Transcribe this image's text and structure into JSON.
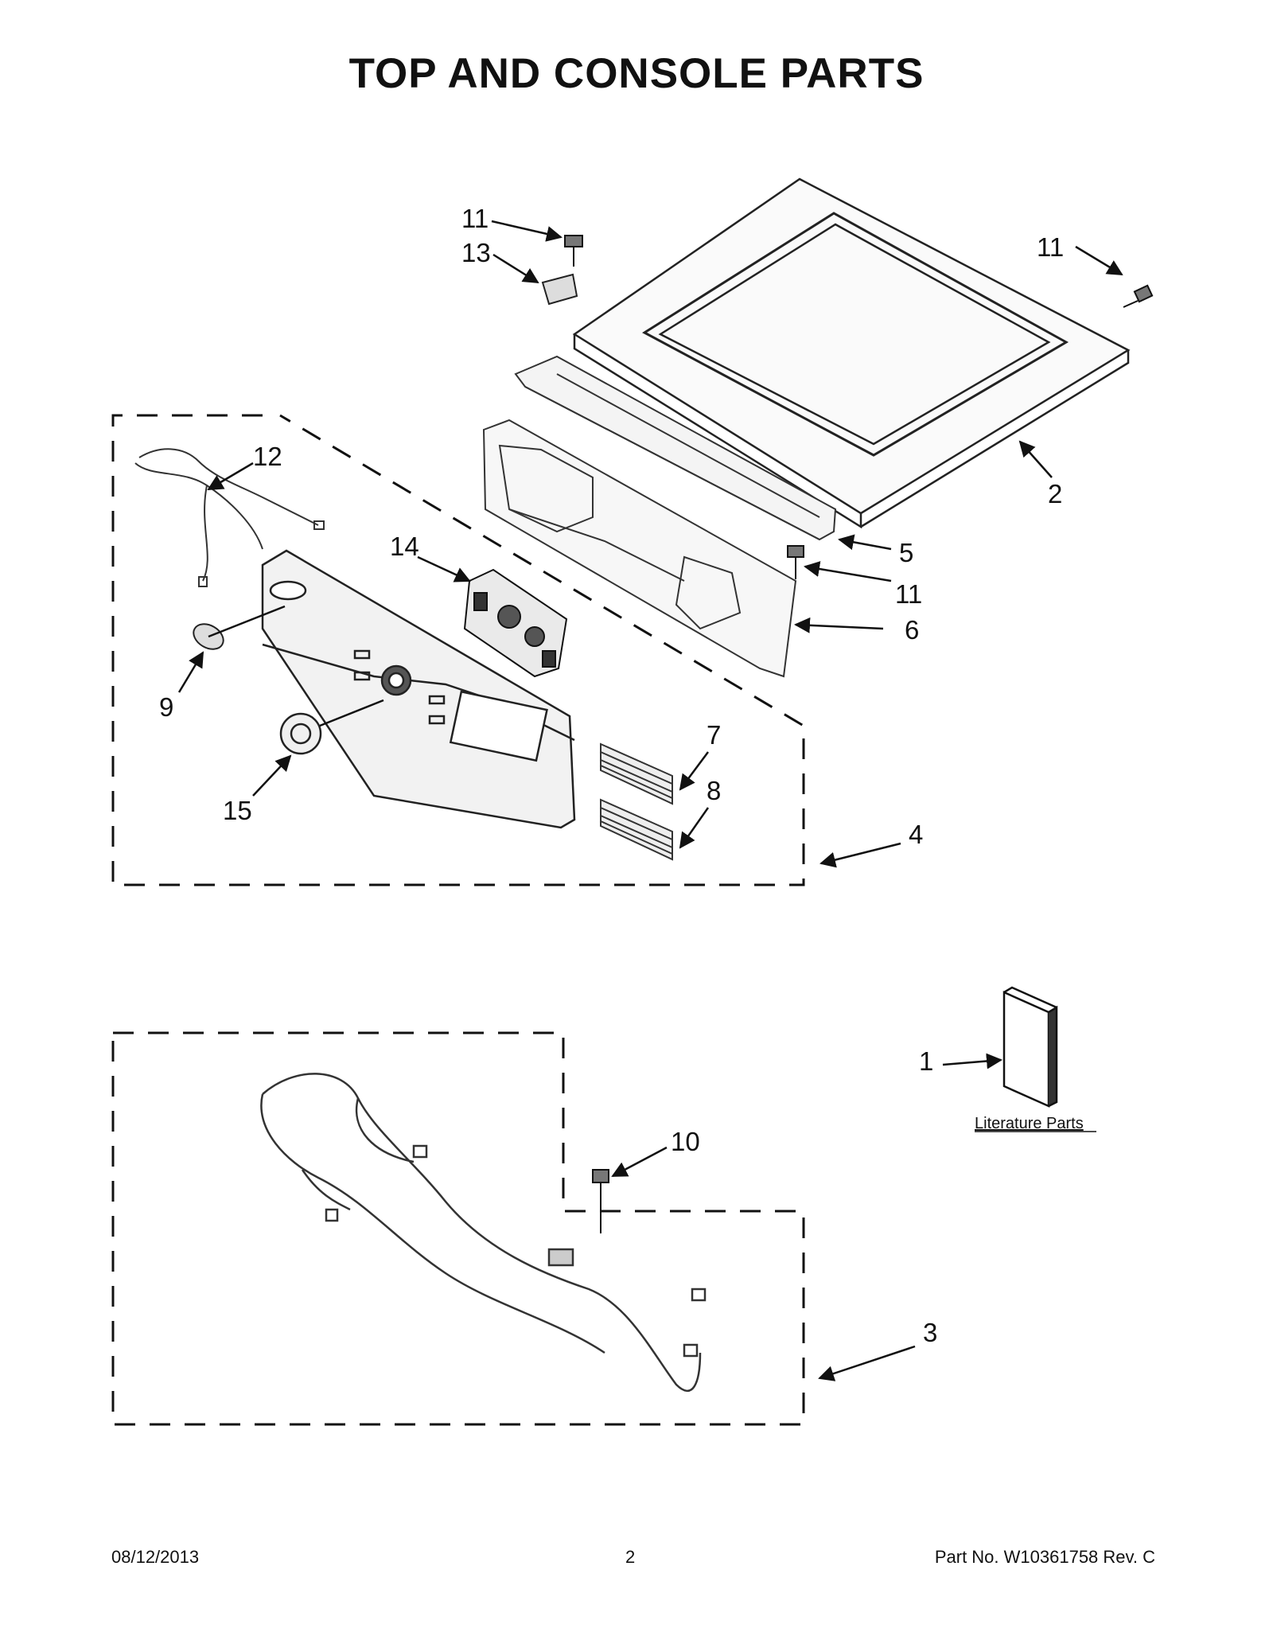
{
  "title": "TOP AND CONSOLE PARTS",
  "callouts": [
    {
      "id": "c11a",
      "label": "11"
    },
    {
      "id": "c13",
      "label": "13"
    },
    {
      "id": "c11b",
      "label": "11"
    },
    {
      "id": "c12",
      "label": "12"
    },
    {
      "id": "c2",
      "label": "2"
    },
    {
      "id": "c14",
      "label": "14"
    },
    {
      "id": "c5",
      "label": "5"
    },
    {
      "id": "c11c",
      "label": "11"
    },
    {
      "id": "c6",
      "label": "6"
    },
    {
      "id": "c9",
      "label": "9"
    },
    {
      "id": "c7",
      "label": "7"
    },
    {
      "id": "c8",
      "label": "8"
    },
    {
      "id": "c15",
      "label": "15"
    },
    {
      "id": "c4",
      "label": "4"
    },
    {
      "id": "c1",
      "label": "1"
    },
    {
      "id": "c10",
      "label": "10"
    },
    {
      "id": "c3",
      "label": "3"
    }
  ],
  "literature_label": "Literature Parts",
  "footer": {
    "date": "08/12/2013",
    "page": "2",
    "part_no": "Part No.  W10361758  Rev.  C"
  }
}
